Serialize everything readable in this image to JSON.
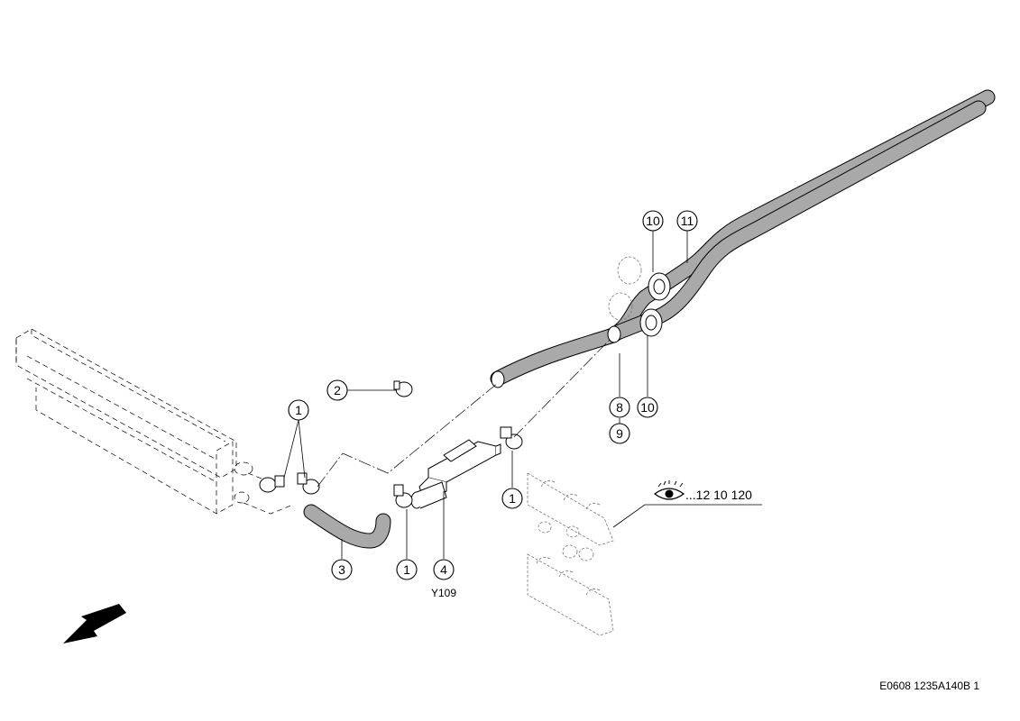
{
  "callouts": [
    {
      "id": "c1a",
      "label": "1"
    },
    {
      "id": "c1b",
      "label": "1"
    },
    {
      "id": "c1c",
      "label": "1"
    },
    {
      "id": "c2",
      "label": "2"
    },
    {
      "id": "c3",
      "label": "3"
    },
    {
      "id": "c4",
      "label": "4"
    },
    {
      "id": "c8",
      "label": "8"
    },
    {
      "id": "c9",
      "label": "9"
    },
    {
      "id": "c10a",
      "label": "10"
    },
    {
      "id": "c10b",
      "label": "10"
    },
    {
      "id": "c11",
      "label": "11"
    }
  ],
  "part_code": "Y109",
  "reference": {
    "icon": "eye-icon",
    "text": "...12 10 120"
  },
  "document_code": "E0608 1235A140B 1",
  "direction_arrow": "arrow-down-left-icon",
  "colors": {
    "hose_fill": "#a9a9a9",
    "line": "#000000",
    "background": "#ffffff"
  }
}
